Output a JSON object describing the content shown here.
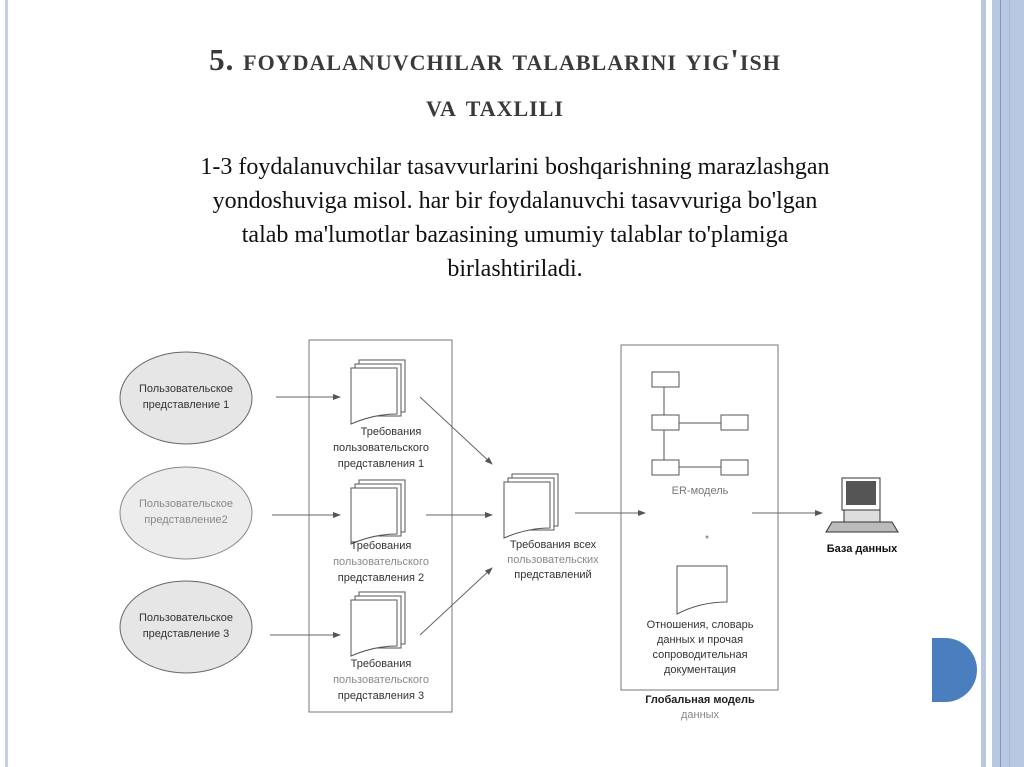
{
  "slide": {
    "title_line1": "5. foydalanuvchilar talablarini yig'ish",
    "title_line2": "va taxlili",
    "body_lines": [
      "1-3 foydalanuvchilar tasavvurlarini  boshqarishning marazlashgan",
      "yondoshuviga misol. har bir foydalanuvchi tasavvuriga bo'lgan",
      "talab ma'lumotlar bazasining umumiy talablar to'plamiga",
      "birlashtiriladi."
    ]
  },
  "diagram": {
    "user_views": [
      [
        "Пользовательское",
        "представление 1"
      ],
      [
        "Пользовательское",
        "представление2"
      ],
      [
        "Пользовательское",
        "представление 3"
      ]
    ],
    "requirements": [
      [
        "Требования",
        "пользовательского",
        "представления 1"
      ],
      [
        "Требования",
        "пользовательского",
        "представления 2"
      ],
      [
        "Требования",
        "пользовательского",
        "представления 3"
      ]
    ],
    "all_requirements": [
      "Требования всех",
      "пользовательских",
      "представлений"
    ],
    "er_model": "ER-модель",
    "relations": [
      "Отношения, словарь",
      "данных и прочая",
      "сопроводительная",
      "документация"
    ],
    "global_model": [
      "Глобальная модель",
      "данных"
    ],
    "database": "База данных"
  },
  "colors": {
    "accent": "#4a7ebf",
    "stripe": "#b8c7e2"
  }
}
